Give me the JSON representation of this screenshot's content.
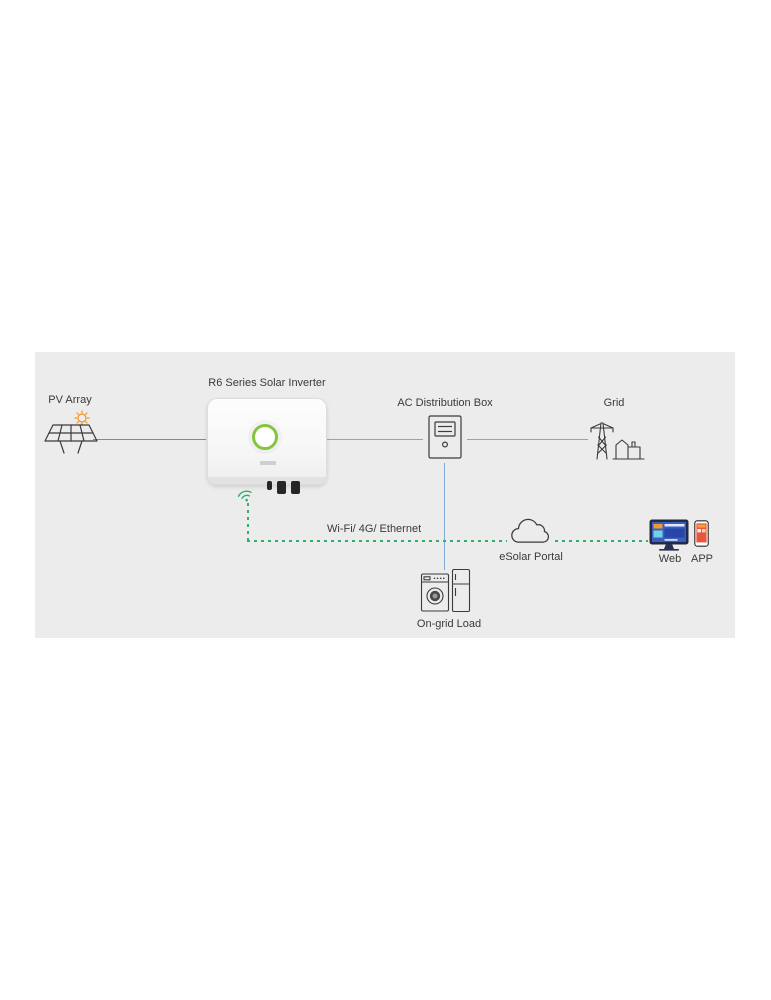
{
  "diagram": {
    "title_region": "solar-system-overview",
    "nodes": {
      "pv": {
        "label": "PV Array"
      },
      "inverter": {
        "label": "R6 Series Solar Inverter"
      },
      "ac_box": {
        "label": "AC Distribution Box"
      },
      "grid": {
        "label": "Grid"
      },
      "comm": {
        "label": "Wi-Fi/ 4G/ Ethernet"
      },
      "portal": {
        "label": "eSolar Portal"
      },
      "web": {
        "label": "Web"
      },
      "app": {
        "label": "APP"
      },
      "load": {
        "label": "On-grid Load"
      }
    },
    "colors": {
      "panel_bg": "#ececec",
      "pv_line": "#d96a52",
      "ac_line": "#7ea9da",
      "comm_line": "#2fae6e",
      "icon_stroke": "#3b3b3b",
      "inverter_ring_green": "#85c441",
      "sun_orange": "#f0941f"
    }
  }
}
